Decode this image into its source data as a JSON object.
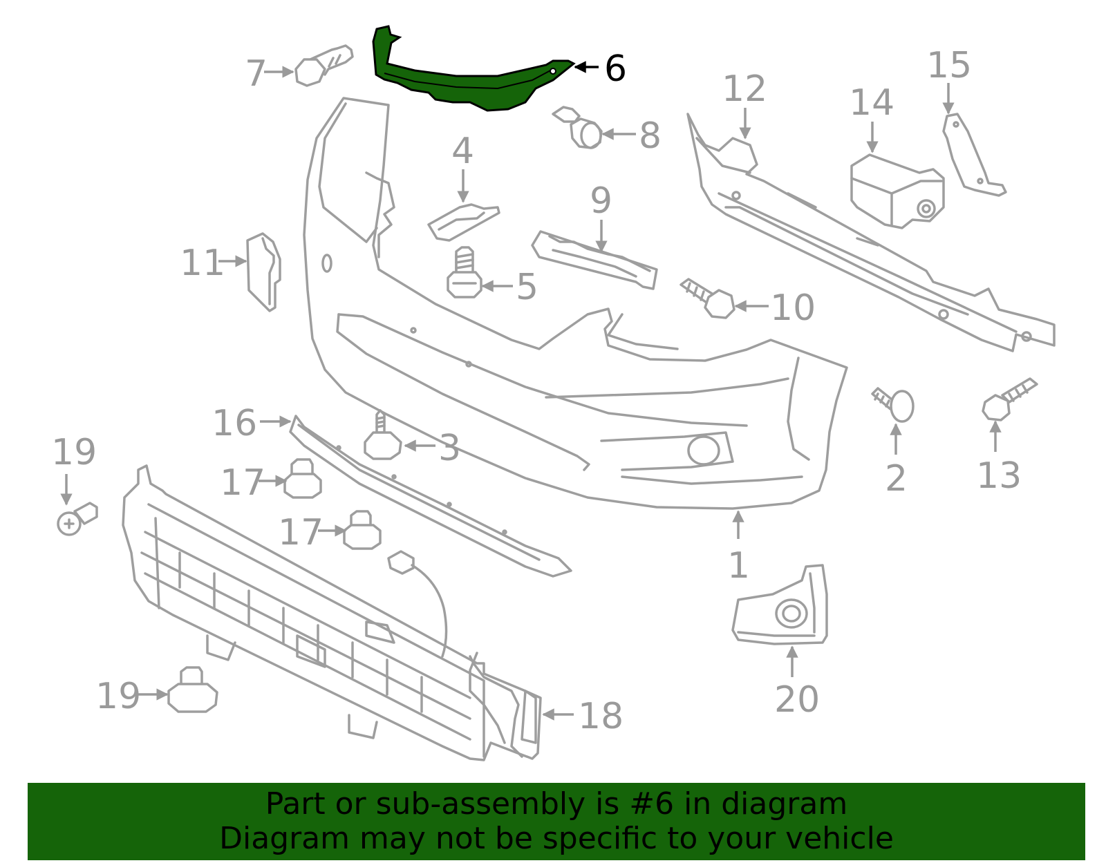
{
  "colors": {
    "highlight": "#156409",
    "banner_bg": "#156409",
    "line_gray": "#9e9e9e",
    "text_gray": "#9a9a9a",
    "highlight_text": "#000000"
  },
  "diagram": {
    "highlighted_part": "6",
    "callouts": [
      "1",
      "2",
      "3",
      "4",
      "5",
      "6",
      "7",
      "8",
      "9",
      "10",
      "11",
      "12",
      "13",
      "14",
      "15",
      "16",
      "17",
      "17",
      "18",
      "19",
      "19",
      "20"
    ]
  },
  "banner": {
    "line1": "Part or sub-assembly is #6 in diagram",
    "line2": "Diagram may not be specific to your vehicle"
  }
}
